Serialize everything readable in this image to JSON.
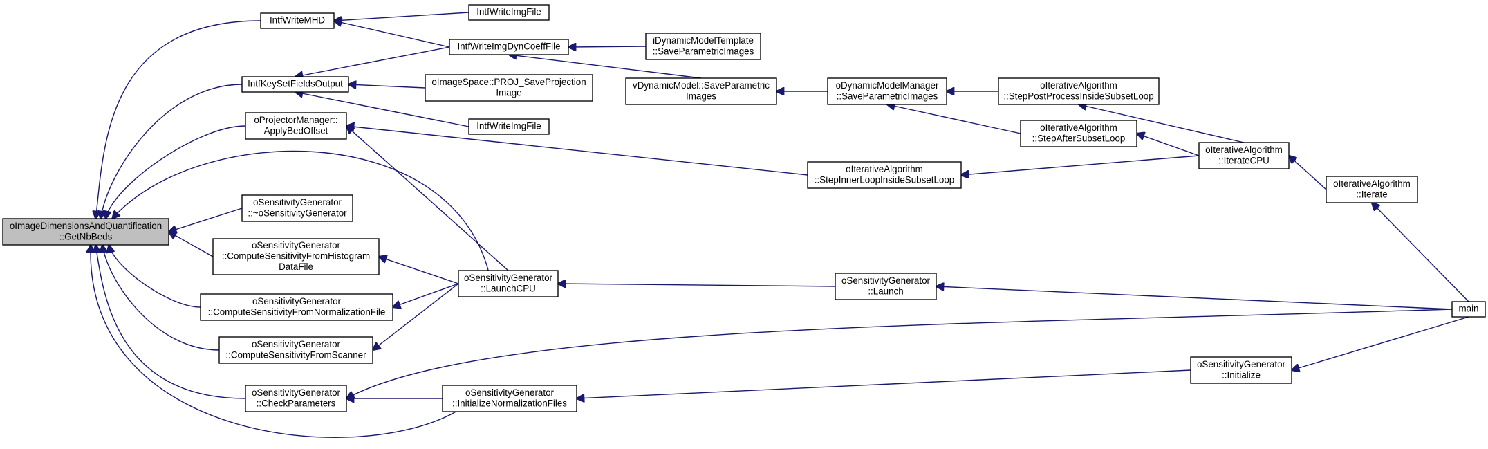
{
  "diagram": {
    "type": "call-graph",
    "edge_color": "#191970",
    "root_fill": "#bfbfbf",
    "nodes": [
      {
        "id": "getnbbeds",
        "lines": [
          "oImageDimensionsAndQuantification",
          "::GetNbBeds"
        ],
        "root": true
      },
      {
        "id": "intfwritemhd",
        "lines": [
          "IntfWriteMHD"
        ]
      },
      {
        "id": "intfwriteimgfile1",
        "lines": [
          "IntfWriteImgFile"
        ]
      },
      {
        "id": "intfwriteimgdyncoefffile",
        "lines": [
          "IntfWriteImgDynCoeffFile"
        ]
      },
      {
        "id": "idynamicmodeltemplate",
        "lines": [
          "iDynamicModelTemplate",
          "::SaveParametricImages"
        ]
      },
      {
        "id": "intfkeysetfieldsoutput",
        "lines": [
          "IntfKeySetFieldsOutput"
        ]
      },
      {
        "id": "oimagespace",
        "lines": [
          "oImageSpace::PROJ_SaveProjection",
          "Image"
        ]
      },
      {
        "id": "intfwriteimgfile2",
        "lines": [
          "IntfWriteImgFile"
        ]
      },
      {
        "id": "vdynamicmodel",
        "lines": [
          "vDynamicModel::SaveParametric",
          "Images"
        ]
      },
      {
        "id": "odynamicmodelmanager",
        "lines": [
          "oDynamicModelManager",
          "::SaveParametricImages"
        ]
      },
      {
        "id": "stepPostProcess",
        "lines": [
          "oIterativeAlgorithm",
          "::StepPostProcessInsideSubsetLoop"
        ]
      },
      {
        "id": "stepAfterSubset",
        "lines": [
          "oIterativeAlgorithm",
          "::StepAfterSubsetLoop"
        ]
      },
      {
        "id": "iteratecpu",
        "lines": [
          "oIterativeAlgorithm",
          "::IterateCPU"
        ]
      },
      {
        "id": "iterate",
        "lines": [
          "oIterativeAlgorithm",
          "::Iterate"
        ]
      },
      {
        "id": "applybedoffset",
        "lines": [
          "oProjectorManager::",
          "ApplyBedOffset"
        ]
      },
      {
        "id": "stepInnerLoop",
        "lines": [
          "oIterativeAlgorithm",
          "::StepInnerLoopInsideSubsetLoop"
        ]
      },
      {
        "id": "destructor",
        "lines": [
          "oSensitivityGenerator",
          "::~oSensitivityGenerator"
        ]
      },
      {
        "id": "computeHistogram",
        "lines": [
          "oSensitivityGenerator",
          "::ComputeSensitivityFromHistogram",
          "DataFile"
        ]
      },
      {
        "id": "launchcpu",
        "lines": [
          "oSensitivityGenerator",
          "::LaunchCPU"
        ]
      },
      {
        "id": "launch",
        "lines": [
          "oSensitivityGenerator",
          "::Launch"
        ]
      },
      {
        "id": "main",
        "lines": [
          "main"
        ]
      },
      {
        "id": "computeNorm",
        "lines": [
          "oSensitivityGenerator",
          "::ComputeSensitivityFromNormalizationFile"
        ]
      },
      {
        "id": "computeScanner",
        "lines": [
          "oSensitivityGenerator",
          "::ComputeSensitivityFromScanner"
        ]
      },
      {
        "id": "checkparams",
        "lines": [
          "oSensitivityGenerator",
          "::CheckParameters"
        ]
      },
      {
        "id": "initNormFiles",
        "lines": [
          "oSensitivityGenerator",
          "::InitializeNormalizationFiles"
        ]
      },
      {
        "id": "initialize",
        "lines": [
          "oSensitivityGenerator",
          "::Initialize"
        ]
      }
    ],
    "edges": [
      {
        "from": "intfwritemhd",
        "to": "getnbbeds"
      },
      {
        "from": "intfkeysetfieldsoutput",
        "to": "getnbbeds"
      },
      {
        "from": "applybedoffset",
        "to": "getnbbeds"
      },
      {
        "from": "launchcpu",
        "to": "getnbbeds"
      },
      {
        "from": "destructor",
        "to": "getnbbeds"
      },
      {
        "from": "computeHistogram",
        "to": "getnbbeds"
      },
      {
        "from": "computeNorm",
        "to": "getnbbeds"
      },
      {
        "from": "computeScanner",
        "to": "getnbbeds"
      },
      {
        "from": "checkparams",
        "to": "getnbbeds"
      },
      {
        "from": "initNormFiles",
        "to": "getnbbeds"
      },
      {
        "from": "intfwriteimgfile1",
        "to": "intfwritemhd"
      },
      {
        "from": "intfwriteimgdyncoefffile",
        "to": "intfwritemhd"
      },
      {
        "from": "idynamicmodeltemplate",
        "to": "intfwriteimgdyncoefffile"
      },
      {
        "from": "vdynamicmodel",
        "to": "intfwriteimgdyncoefffile"
      },
      {
        "from": "intfwriteimgdyncoefffile",
        "to": "intfkeysetfieldsoutput"
      },
      {
        "from": "oimagespace",
        "to": "intfkeysetfieldsoutput"
      },
      {
        "from": "intfwriteimgfile2",
        "to": "intfkeysetfieldsoutput"
      },
      {
        "from": "odynamicmodelmanager",
        "to": "vdynamicmodel"
      },
      {
        "from": "stepPostProcess",
        "to": "odynamicmodelmanager"
      },
      {
        "from": "stepAfterSubset",
        "to": "odynamicmodelmanager"
      },
      {
        "from": "iteratecpu",
        "to": "stepPostProcess"
      },
      {
        "from": "iteratecpu",
        "to": "stepAfterSubset"
      },
      {
        "from": "iteratecpu",
        "to": "stepInnerLoop"
      },
      {
        "from": "iterate",
        "to": "iteratecpu"
      },
      {
        "from": "main",
        "to": "iterate"
      },
      {
        "from": "stepInnerLoop",
        "to": "applybedoffset"
      },
      {
        "from": "launchcpu",
        "to": "applybedoffset"
      },
      {
        "from": "launchcpu",
        "to": "computeHistogram"
      },
      {
        "from": "launchcpu",
        "to": "computeNorm"
      },
      {
        "from": "launchcpu",
        "to": "computeScanner"
      },
      {
        "from": "launch",
        "to": "launchcpu"
      },
      {
        "from": "main",
        "to": "launch"
      },
      {
        "from": "main",
        "to": "checkparams"
      },
      {
        "from": "initNormFiles",
        "to": "checkparams"
      },
      {
        "from": "initialize",
        "to": "initNormFiles"
      },
      {
        "from": "main",
        "to": "initialize"
      }
    ]
  }
}
